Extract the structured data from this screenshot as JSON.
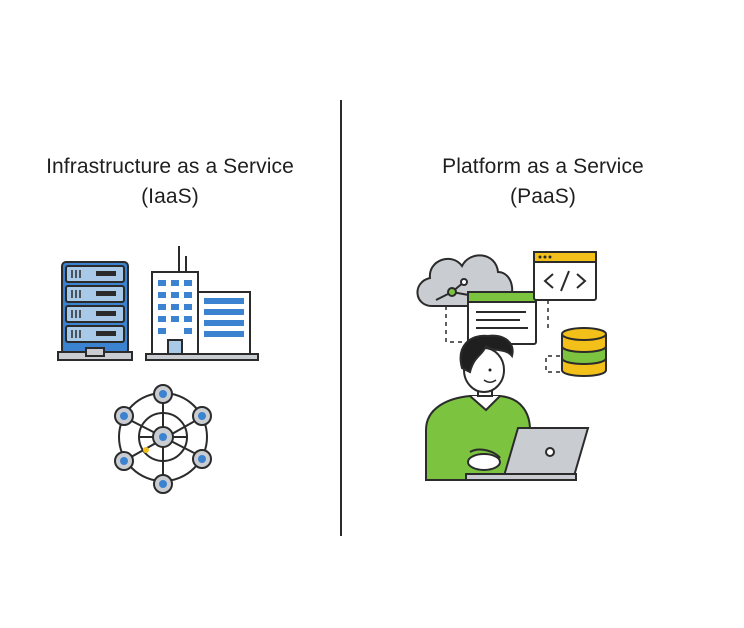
{
  "colors": {
    "blue": "#3b83d1",
    "lightblue": "#a9c9e8",
    "green": "#7cc33f",
    "yellow": "#f3c01a",
    "gray": "#c9ccd1",
    "outline": "#2b2b2b"
  },
  "left": {
    "title_line1": "Infrastructure as a Service",
    "title_line2": "(IaaS)",
    "icons": [
      "server-rack-icon",
      "office-building-icon",
      "network-nodes-icon"
    ]
  },
  "right": {
    "title_line1": "Platform as a Service",
    "title_line2": "(PaaS)",
    "icons": [
      "cloud-icon",
      "code-window-icon",
      "browser-window-icon",
      "database-icon",
      "developer-person-icon",
      "laptop-icon"
    ]
  }
}
